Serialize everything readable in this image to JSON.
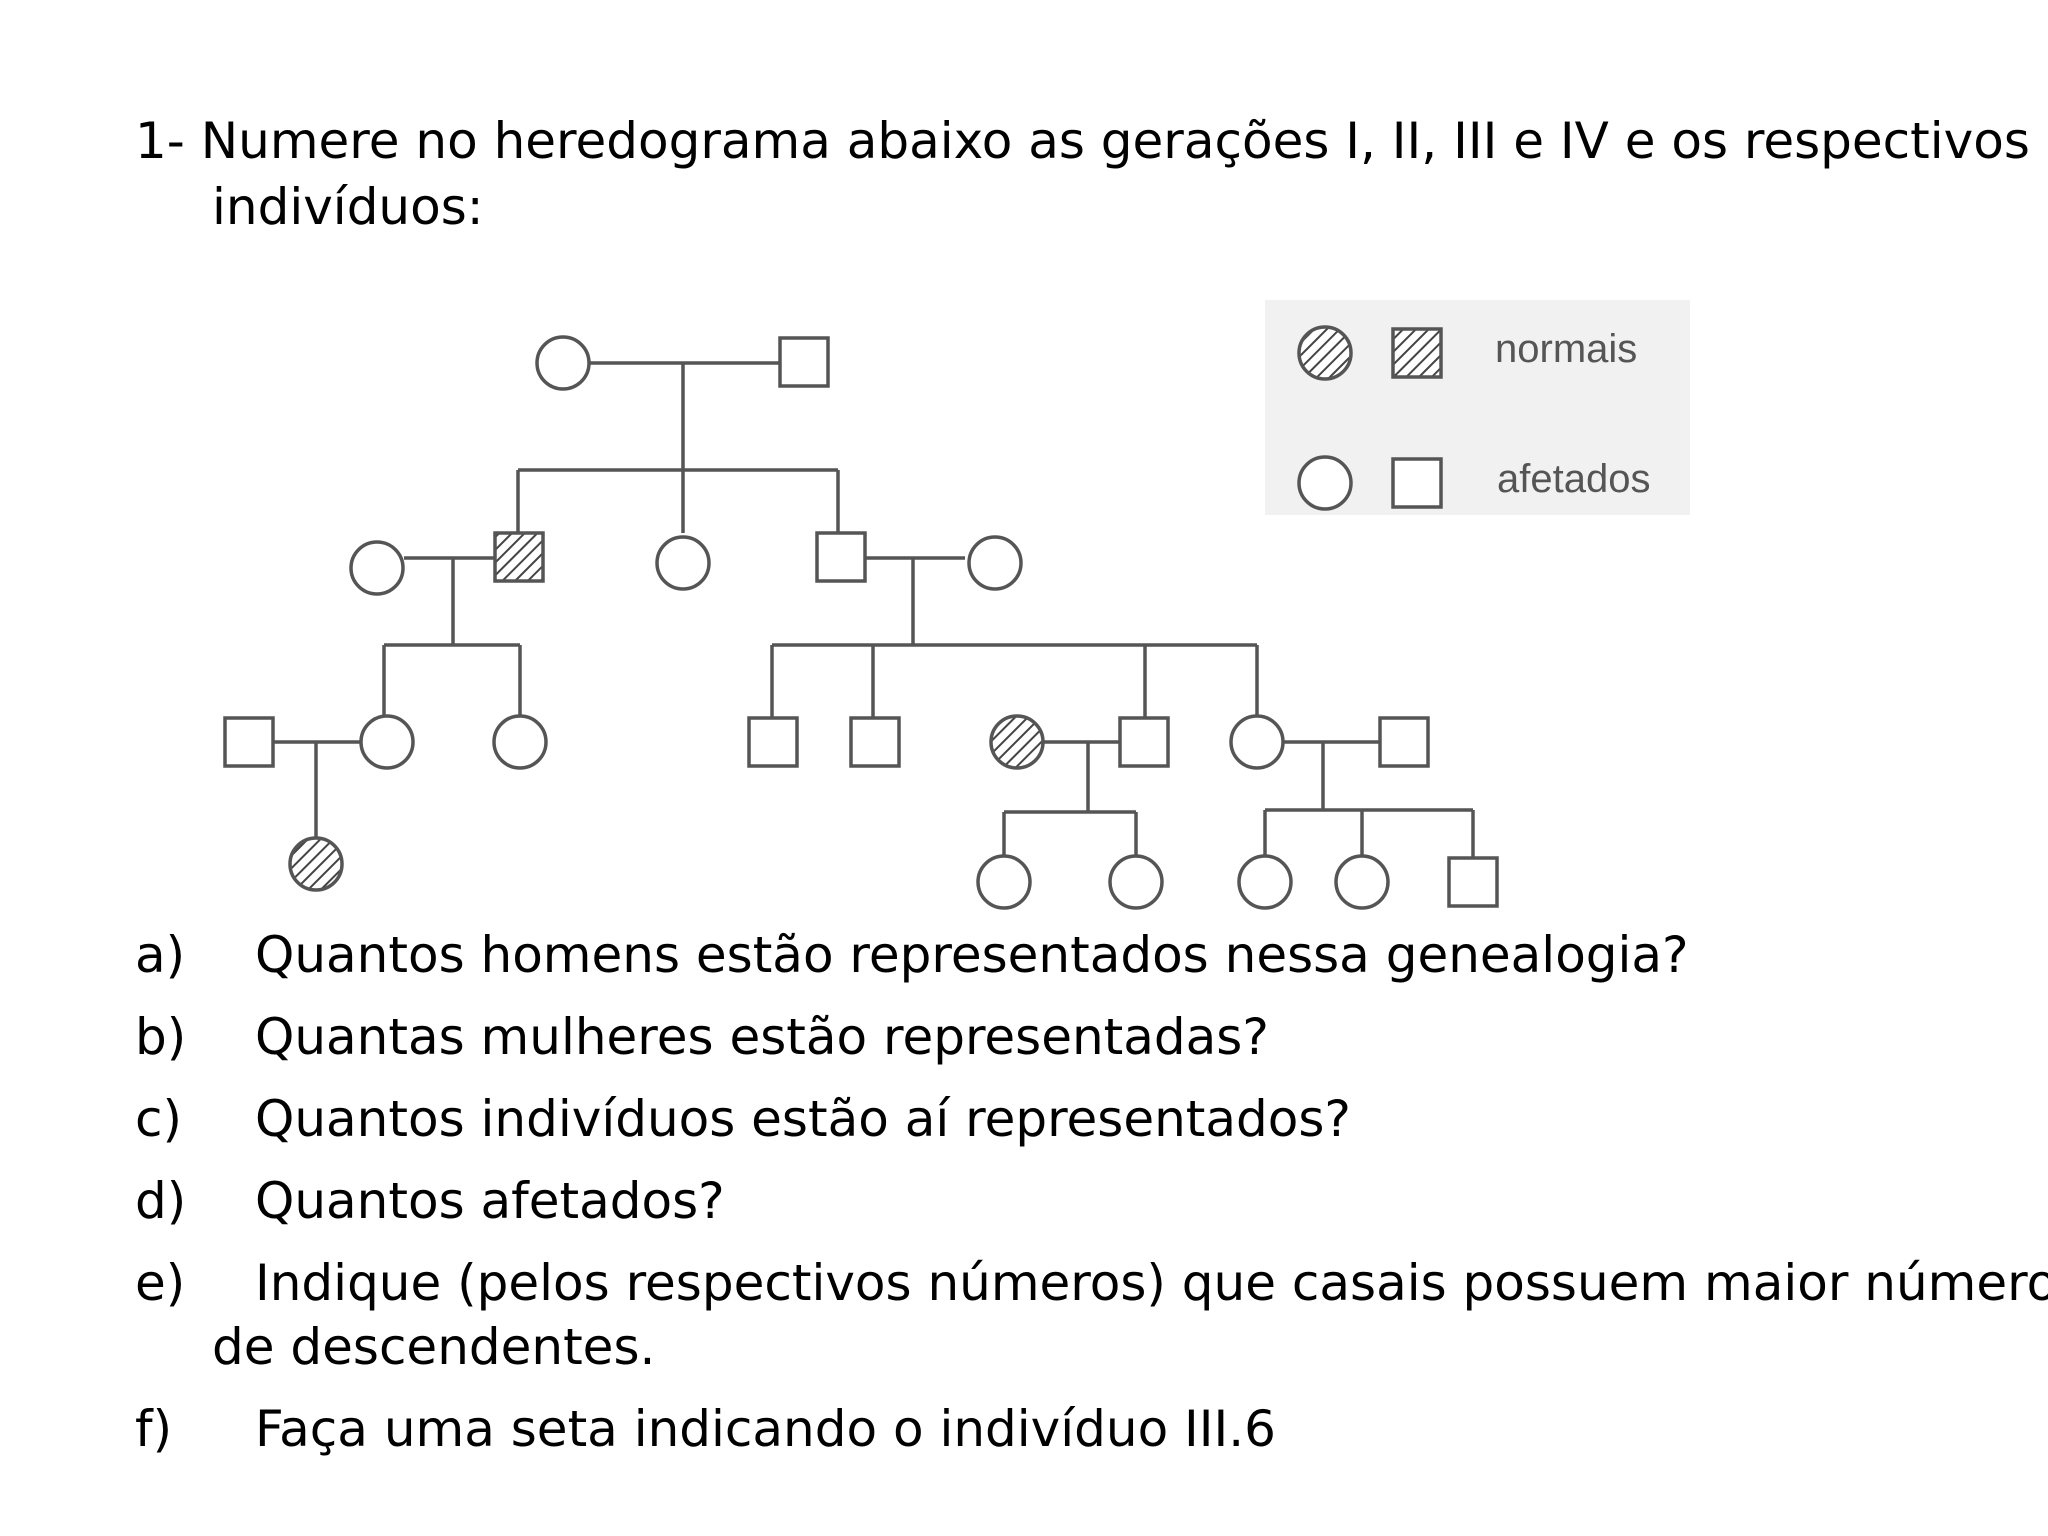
{
  "heading": {
    "line1": "1- Numere no heredograma abaixo as gerações I, II, III e IV e os respectivos",
    "line2": "indivíduos:"
  },
  "legend": {
    "normal_label": "normais",
    "affected_label": "afetados"
  },
  "questions": [
    {
      "label": "a)",
      "text": "Quantos homens estão representados nessa genealogia?"
    },
    {
      "label": "b)",
      "text": "Quantas mulheres estão representadas?"
    },
    {
      "label": "c)",
      "text": "Quantos indivíduos estão aí representados?"
    },
    {
      "label": "d)",
      "text": "Quantos afetados?"
    },
    {
      "label": "e)",
      "text": "Indique (pelos respectivos números) que casais possuem maior número",
      "text2": "de descendentes."
    },
    {
      "label": "f)",
      "text": "Faça uma seta indicando o indivíduo III.6"
    }
  ],
  "colors": {
    "line": "#555555",
    "hatch": "#444444",
    "legend_bg": "#f1f1f1"
  }
}
